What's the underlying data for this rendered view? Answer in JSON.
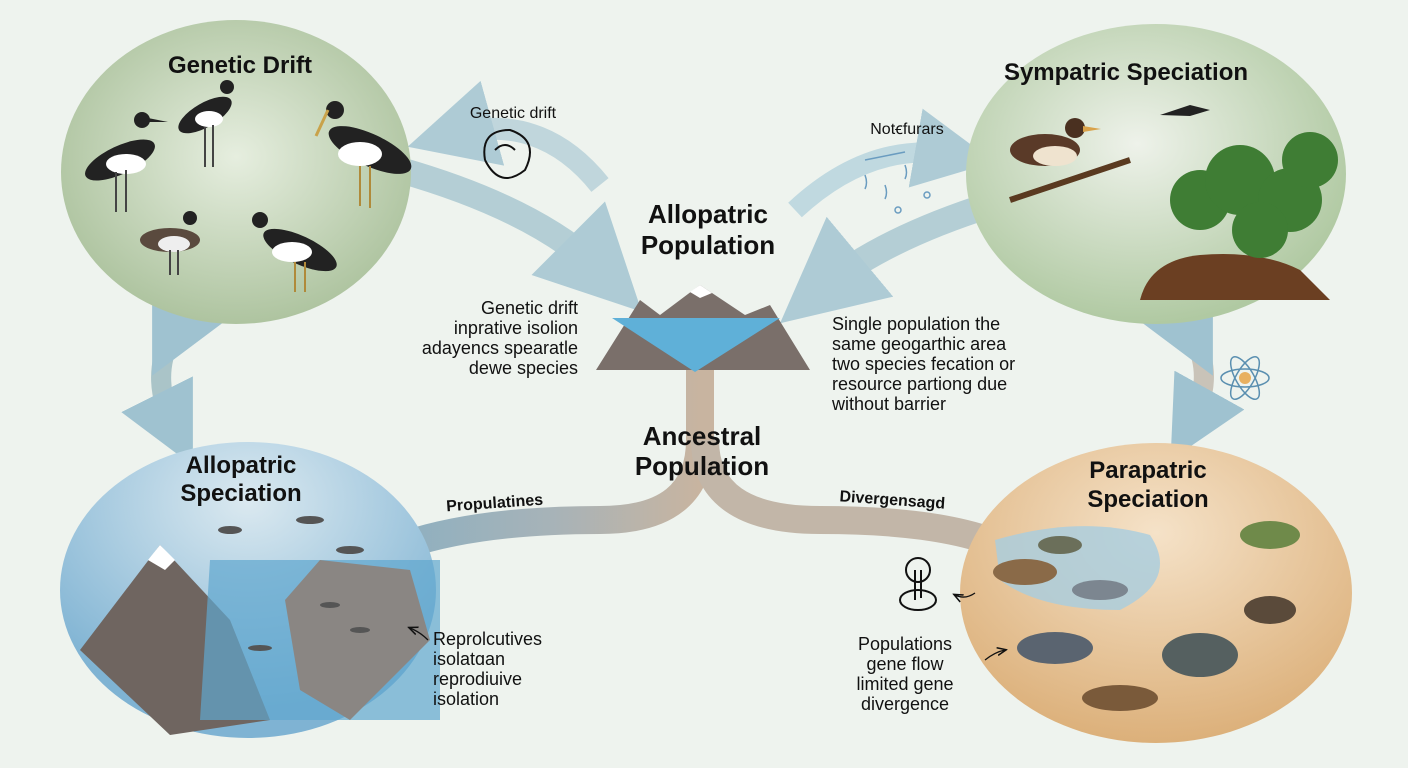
{
  "title": "Speciation",
  "nodes": {
    "genetic_drift": {
      "title": "Genetic Drift"
    },
    "sympatric": {
      "title": "Sympatric Speciation"
    },
    "allopatric": {
      "title_line1": "Allopatric",
      "title_line2": "Speciation"
    },
    "parapatric": {
      "title_line1": "Parapatric",
      "title_line2": "Speciation"
    },
    "center_top": {
      "line1": "Allopatric",
      "line2": "Population"
    },
    "center_bottom": {
      "line1": "Ancestral",
      "line2": "Population"
    }
  },
  "labels": {
    "genetic_drift_arrow": "Genetic drift",
    "sympatric_arrow": "Notꞓfurars",
    "left_branch": "Propulatines",
    "right_branch": "Divergensagd"
  },
  "descriptions": {
    "left": [
      "Genetic drift",
      "inprative isolion",
      "adayencs spearatle",
      "dewe species"
    ],
    "right": [
      "Single population the",
      "same geogarthic area",
      "two species fecation or",
      "resource partiong due",
      "without barrier"
    ],
    "bottom_left": [
      "Reprolcutives",
      "isolatɑan",
      "reprodiuive",
      "isolation"
    ],
    "bottom_right": [
      "Populations",
      "gene flow",
      "limited gene",
      "divergence"
    ]
  },
  "colors": {
    "background": "#eef3ee",
    "drift_circle": "#b9ccac",
    "sympatric_circle": "#c2d3b6",
    "allopatric_circle": "#9cc4dc",
    "parapatric_circle": "#e6c49a",
    "arrow": "#9fc2d0"
  }
}
